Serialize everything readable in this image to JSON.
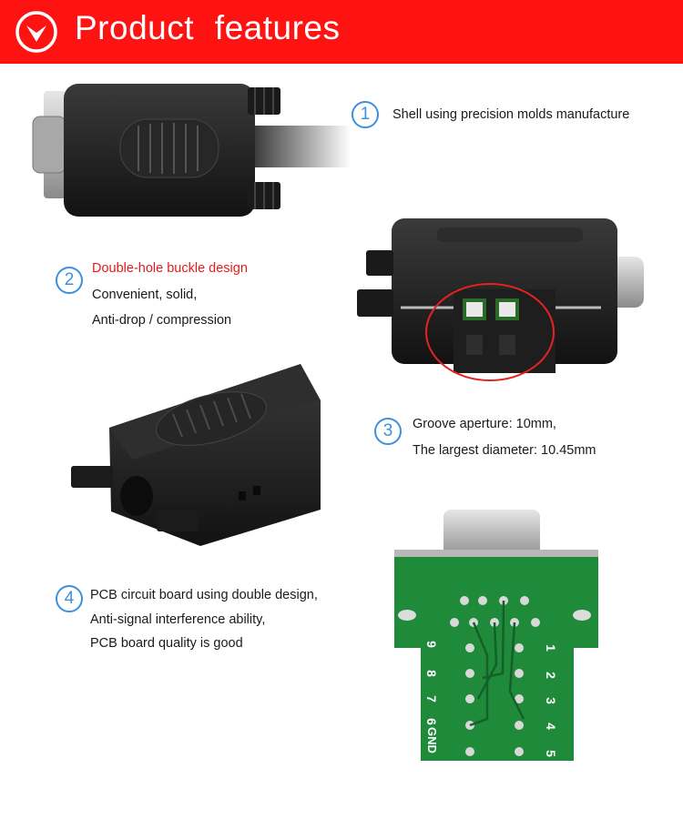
{
  "header": {
    "title": "Product  features",
    "icon": "chevron-down-circle-icon",
    "background": "#ff1212"
  },
  "features": [
    {
      "number": "1",
      "lines": [
        "Shell using precision molds manufacture"
      ]
    },
    {
      "number": "2",
      "highlight": "Double-hole buckle design",
      "lines": [
        "Convenient, solid,",
        "Anti-drop / compression"
      ]
    },
    {
      "number": "3",
      "lines": [
        "Groove aperture: 10mm,",
        "The largest diameter: 10.45mm"
      ]
    },
    {
      "number": "4",
      "lines": [
        "PCB circuit board using double design,",
        "Anti-signal interference ability,",
        "PCB board  quality is good"
      ]
    }
  ],
  "pcb_labels": {
    "left": [
      "9",
      "8",
      "7",
      "6",
      "GND"
    ],
    "right": [
      "1",
      "2",
      "3",
      "4",
      "5"
    ]
  },
  "colors": {
    "accent": "#3d8fe0",
    "highlight": "#e51b1b",
    "pcb": "#1f8a3a"
  }
}
